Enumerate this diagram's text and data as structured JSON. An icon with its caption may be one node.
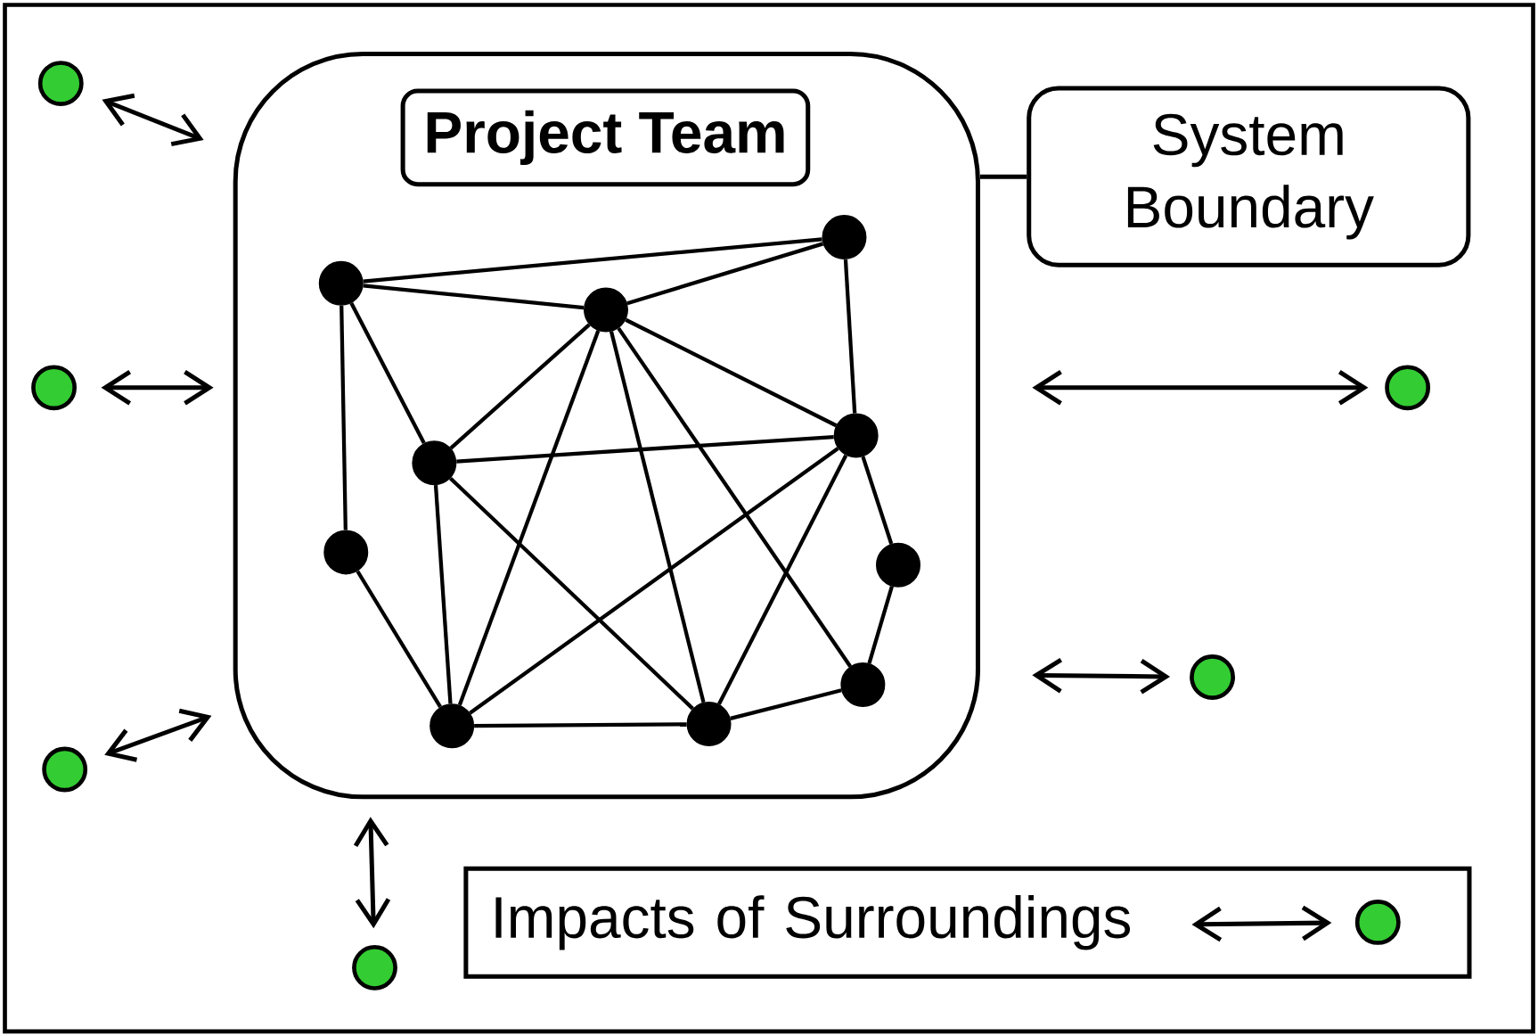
{
  "diagram": {
    "nodes": [
      {
        "text": [],
        "shape": "box"
      },
      {
        "text": [
          "Project Team"
        ],
        "in": 0
      },
      {
        "text": [
          "System Boundary"
        ]
      },
      {
        "text": [],
        "shape": "circle",
        "in": 0
      },
      {
        "text": [],
        "shape": "circle",
        "in": 0
      },
      {
        "text": [],
        "shape": "circle",
        "in": 0
      },
      {
        "text": [],
        "shape": "circle",
        "in": 0
      },
      {
        "text": [],
        "shape": "circle",
        "in": 0
      },
      {
        "text": [],
        "shape": "circle",
        "in": 0
      },
      {
        "text": [],
        "shape": "circle",
        "in": 0
      },
      {
        "text": [],
        "shape": "circle",
        "in": 0
      },
      {
        "text": [],
        "shape": "circle",
        "in": 0
      },
      {
        "text": [],
        "shape": "circle",
        "in": 0
      },
      {
        "text": [],
        "shape": "circle"
      },
      {
        "text": [],
        "shape": "circle"
      },
      {
        "text": [],
        "shape": "circle"
      },
      {
        "text": [],
        "shape": "circle"
      },
      {
        "text": [],
        "shape": "circle"
      },
      {
        "text": [],
        "shape": "circle"
      },
      {
        "text": [
          "Impacts of Surroundings"
        ]
      },
      {
        "text": [],
        "shape": "circle",
        "in": 19
      }
    ],
    "edges": [
      {
        "from": 2,
        "to": 0,
        "arrow": "none"
      },
      {
        "from": 4,
        "to": 3,
        "arrow": "none"
      },
      {
        "from": 4,
        "to": 5,
        "arrow": "none"
      },
      {
        "from": 4,
        "to": 7,
        "arrow": "none"
      },
      {
        "from": 4,
        "to": 8,
        "arrow": "none"
      },
      {
        "from": 3,
        "to": 5,
        "arrow": "none"
      },
      {
        "from": 3,
        "to": 6,
        "arrow": "none"
      },
      {
        "from": 5,
        "to": 7,
        "arrow": "none"
      },
      {
        "from": 5,
        "to": 12,
        "arrow": "none"
      },
      {
        "from": 5,
        "to": 11,
        "arrow": "none"
      },
      {
        "from": 5,
        "to": 10,
        "arrow": "none"
      },
      {
        "from": 5,
        "to": 6,
        "arrow": "none"
      },
      {
        "from": 7,
        "to": 6,
        "arrow": "none"
      },
      {
        "from": 7,
        "to": 12,
        "arrow": "none"
      },
      {
        "from": 7,
        "to": 11,
        "arrow": "none"
      },
      {
        "from": 6,
        "to": 12,
        "arrow": "none"
      },
      {
        "from": 6,
        "to": 11,
        "arrow": "none"
      },
      {
        "from": 6,
        "to": 9,
        "arrow": "none"
      },
      {
        "from": 8,
        "to": 12,
        "arrow": "none"
      },
      {
        "from": 12,
        "to": 11,
        "arrow": "none"
      },
      {
        "from": 11,
        "to": 10,
        "arrow": "none"
      },
      {
        "from": 10,
        "to": 9,
        "arrow": "none"
      },
      {
        "from": 13,
        "to": 0,
        "arrow": "both"
      },
      {
        "from": 14,
        "to": 0,
        "arrow": "both"
      },
      {
        "from": 15,
        "to": 0,
        "arrow": "both"
      },
      {
        "from": 16,
        "to": 0,
        "arrow": "both"
      },
      {
        "from": 17,
        "to": 0,
        "arrow": "both"
      },
      {
        "from": 18,
        "to": 0,
        "arrow": "both"
      },
      {
        "from": null,
        "to": 20,
        "arrow": "both"
      }
    ]
  }
}
